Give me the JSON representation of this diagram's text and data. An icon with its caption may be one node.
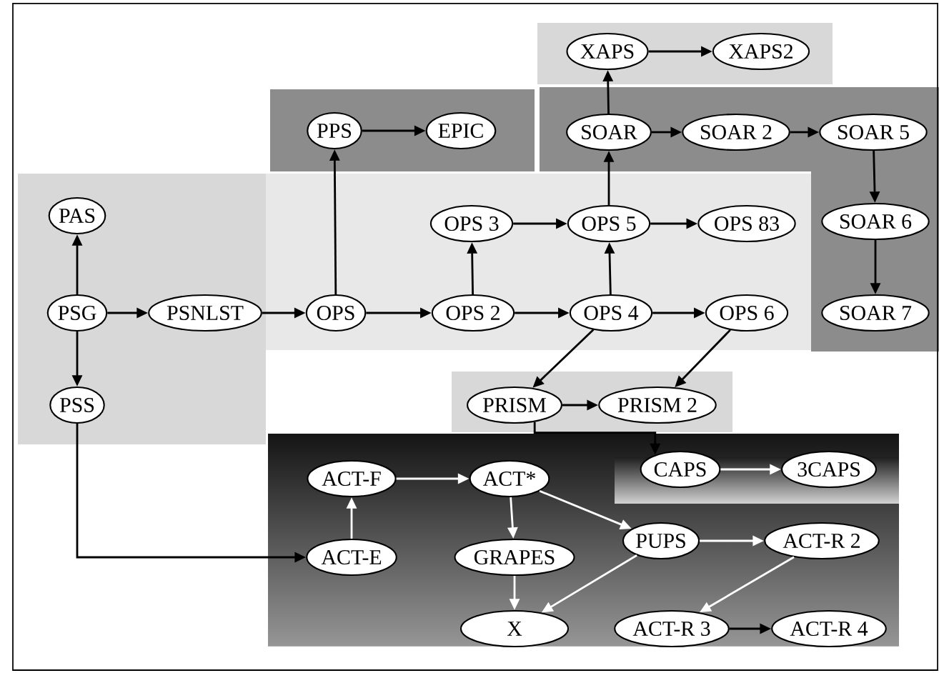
{
  "diagram": {
    "nodes": [
      {
        "text": [
          "XAPS"
        ]
      },
      {
        "text": [
          "XAPS2"
        ]
      },
      {
        "text": [
          "PPS"
        ]
      },
      {
        "text": [
          "EPIC"
        ]
      },
      {
        "text": [
          "SOAR"
        ]
      },
      {
        "text": [
          "SOAR 2"
        ]
      },
      {
        "text": [
          "SOAR 5"
        ]
      },
      {
        "text": [
          "PAS"
        ]
      },
      {
        "text": [
          "OPS 3"
        ]
      },
      {
        "text": [
          "OPS 5"
        ]
      },
      {
        "text": [
          "OPS 83"
        ]
      },
      {
        "text": [
          "SOAR 6"
        ]
      },
      {
        "text": [
          "PSG"
        ]
      },
      {
        "text": [
          "PSNLST"
        ]
      },
      {
        "text": [
          "OPS"
        ]
      },
      {
        "text": [
          "OPS 2"
        ]
      },
      {
        "text": [
          "OPS 4"
        ]
      },
      {
        "text": [
          "OPS 6"
        ]
      },
      {
        "text": [
          "SOAR 7"
        ]
      },
      {
        "text": [
          "PSS"
        ]
      },
      {
        "text": [
          "PRISM"
        ]
      },
      {
        "text": [
          "PRISM 2"
        ]
      },
      {
        "text": [
          "CAPS"
        ]
      },
      {
        "text": [
          "3CAPS"
        ]
      },
      {
        "text": [
          "ACT-F"
        ]
      },
      {
        "text": [
          "ACT*"
        ]
      },
      {
        "text": [
          "PUPS"
        ]
      },
      {
        "text": [
          "ACT-R 2"
        ]
      },
      {
        "text": [
          "ACT-E"
        ]
      },
      {
        "text": [
          "GRAPES"
        ]
      },
      {
        "text": [
          "X"
        ]
      },
      {
        "text": [
          "ACT-R 3"
        ]
      },
      {
        "text": [
          "ACT-R 4"
        ]
      }
    ],
    "edges": [
      {
        "from": 0,
        "to": 1,
        "arrow": "to"
      },
      {
        "from": 4,
        "to": 0,
        "arrow": "to"
      },
      {
        "from": 2,
        "to": 3,
        "arrow": "to"
      },
      {
        "from": 4,
        "to": 5,
        "arrow": "to"
      },
      {
        "from": 5,
        "to": 6,
        "arrow": "to"
      },
      {
        "from": 6,
        "to": 11,
        "arrow": "to"
      },
      {
        "from": 11,
        "to": 18,
        "arrow": "to"
      },
      {
        "from": 9,
        "to": 4,
        "arrow": "to"
      },
      {
        "from": 14,
        "to": 2,
        "arrow": "to"
      },
      {
        "from": 12,
        "to": 7,
        "arrow": "to"
      },
      {
        "from": 12,
        "to": 13,
        "arrow": "to"
      },
      {
        "from": 12,
        "to": 19,
        "arrow": "to"
      },
      {
        "from": 13,
        "to": 14,
        "arrow": "to"
      },
      {
        "from": 14,
        "to": 15,
        "arrow": "to"
      },
      {
        "from": 15,
        "to": 8,
        "arrow": "to"
      },
      {
        "from": 8,
        "to": 9,
        "arrow": "to"
      },
      {
        "from": 9,
        "to": 10,
        "arrow": "to"
      },
      {
        "from": 15,
        "to": 16,
        "arrow": "to"
      },
      {
        "from": 16,
        "to": 9,
        "arrow": "to"
      },
      {
        "from": 16,
        "to": 17,
        "arrow": "to"
      },
      {
        "from": 16,
        "to": 20,
        "arrow": "to"
      },
      {
        "from": 17,
        "to": 21,
        "arrow": "to"
      },
      {
        "from": 20,
        "to": 21,
        "arrow": "to"
      },
      {
        "from": 20,
        "to": 22,
        "arrow": "to"
      },
      {
        "from": 22,
        "to": 23,
        "arrow": "to",
        "color": "#ffffff"
      },
      {
        "from": 19,
        "to": 28,
        "arrow": "to"
      },
      {
        "from": 28,
        "to": 24,
        "arrow": "to",
        "color": "#ffffff"
      },
      {
        "from": 24,
        "to": 25,
        "arrow": "to",
        "color": "#ffffff"
      },
      {
        "from": 25,
        "to": 29,
        "arrow": "to",
        "color": "#ffffff"
      },
      {
        "from": 25,
        "to": 26,
        "arrow": "to",
        "color": "#ffffff"
      },
      {
        "from": 29,
        "to": 30,
        "arrow": "to",
        "color": "#ffffff"
      },
      {
        "from": 26,
        "to": 30,
        "arrow": "to",
        "color": "#ffffff"
      },
      {
        "from": 26,
        "to": 27,
        "arrow": "to",
        "color": "#ffffff"
      },
      {
        "from": 27,
        "to": 31,
        "arrow": "to",
        "color": "#ffffff"
      },
      {
        "from": 31,
        "to": 32,
        "arrow": "to"
      }
    ]
  }
}
